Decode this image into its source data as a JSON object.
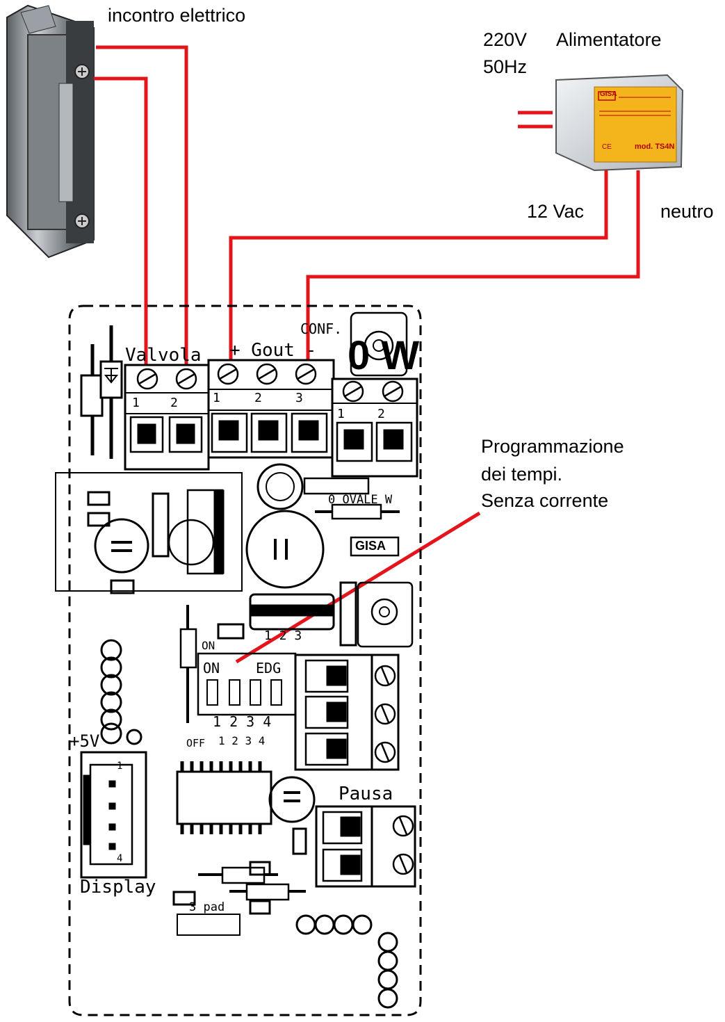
{
  "labels": {
    "incontro": "incontro elettrico",
    "v220": "220V",
    "hz50": "50Hz",
    "alimentatore": "Alimentatore",
    "vac12": "12 Vac",
    "neutro": "neutro",
    "prog1": "Programmazione",
    "prog2": "dei tempi.",
    "prog3": "Senza corrente"
  },
  "board": {
    "conf": "CONF.",
    "valvola": "Valvola",
    "gout": "+ Gout -",
    "overlay": "0 W",
    "ovale": "0 OVALE W",
    "gisa": "GISA",
    "on_small": "ON",
    "dip_on": "ON",
    "dip_edg": "EDG",
    "dip_nums": "1 2 3 4",
    "off": "OFF",
    "off_nums": "1  2  3  4",
    "pot_nums": "1 2 3",
    "plus5v": "+5V",
    "pausa": "Pausa",
    "display": "Display",
    "pad3": "3 pad",
    "valvola_t1": "1",
    "valvola_t2": "2",
    "gout_t1": "1",
    "gout_t2": "2",
    "gout_t3": "3",
    "right_t1": "1",
    "right_t2": "2",
    "disp_pin1": "1",
    "disp_pin4": "4"
  },
  "psu": {
    "brand": "GISA",
    "model": "mod. TS4N",
    "ce": "CE"
  },
  "colors": {
    "wire": "#e3141b",
    "board": "#000000",
    "psu_label": "#f3b51b",
    "psu_box": "#d8dde2"
  }
}
